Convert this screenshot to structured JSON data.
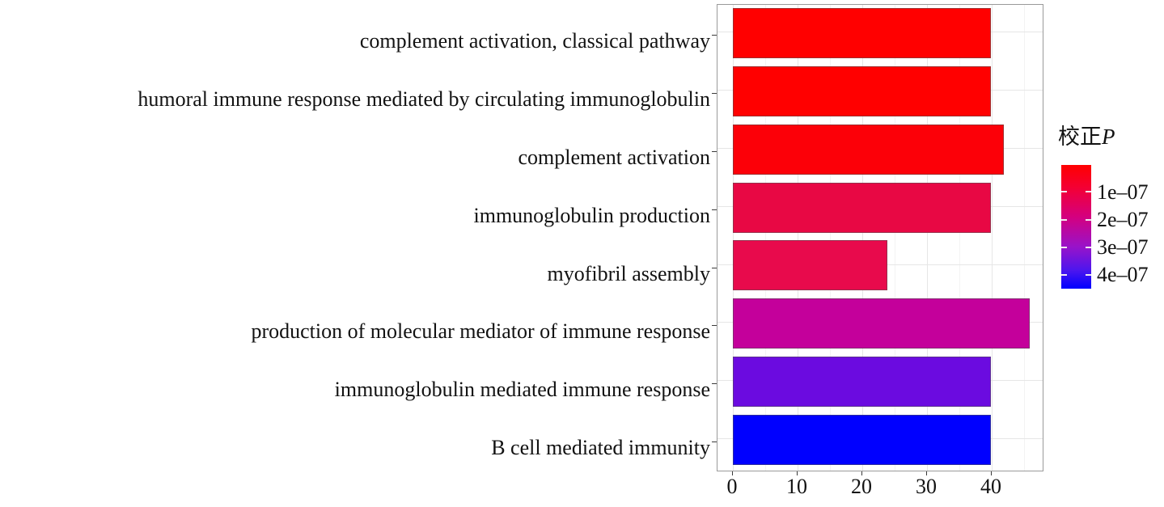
{
  "chart_data": {
    "type": "bar",
    "orientation": "horizontal",
    "title": "",
    "xlabel": "",
    "ylabel": "",
    "categories": [
      "complement activation, classical pathway",
      "humoral immune response mediated by circulating immunoglobulin",
      "complement activation",
      "immunoglobulin production",
      "myofibril assembly",
      "production of molecular mediator of immune response",
      "immunoglobulin mediated immune response",
      "B cell mediated immunity"
    ],
    "values": [
      40,
      40,
      42,
      40,
      24,
      46,
      40,
      40
    ],
    "bar_colors": [
      "#ff0000",
      "#ff0000",
      "#fc0008",
      "#e80844",
      "#e80a4c",
      "#c4009b",
      "#6b0be0",
      "#0000ff"
    ],
    "color_values": [
      "2e-08",
      "3e-08",
      "4e-08",
      "1.2e-07",
      "1.3e-07",
      "2.4e-07",
      "3.6e-07",
      "4.5e-07"
    ],
    "xlim": [
      0,
      50.6
    ],
    "xticks": [
      0,
      10,
      20,
      30,
      40
    ],
    "xticklabels": [
      "0",
      "10",
      "20",
      "30",
      "40"
    ],
    "x_minor_ticks": [
      5,
      15,
      25,
      35,
      45
    ],
    "grid": true,
    "legend_position": "right"
  },
  "legend": {
    "title_prefix": "校正",
    "title_variable": "P",
    "colorbar": {
      "top_color": "#ff0000",
      "bottom_color": "#0000ff",
      "ticks": [
        {
          "label": "1e–07",
          "value": "1e-07"
        },
        {
          "label": "2e–07",
          "value": "2e-07"
        },
        {
          "label": "3e–07",
          "value": "3e-07"
        },
        {
          "label": "4e–07",
          "value": "4e-07"
        }
      ]
    }
  },
  "colors": {
    "panel_border": "#9a9a9a",
    "grid_major": "#e6e6e6",
    "grid_minor": "#f3f3f3",
    "text": "#121212"
  }
}
